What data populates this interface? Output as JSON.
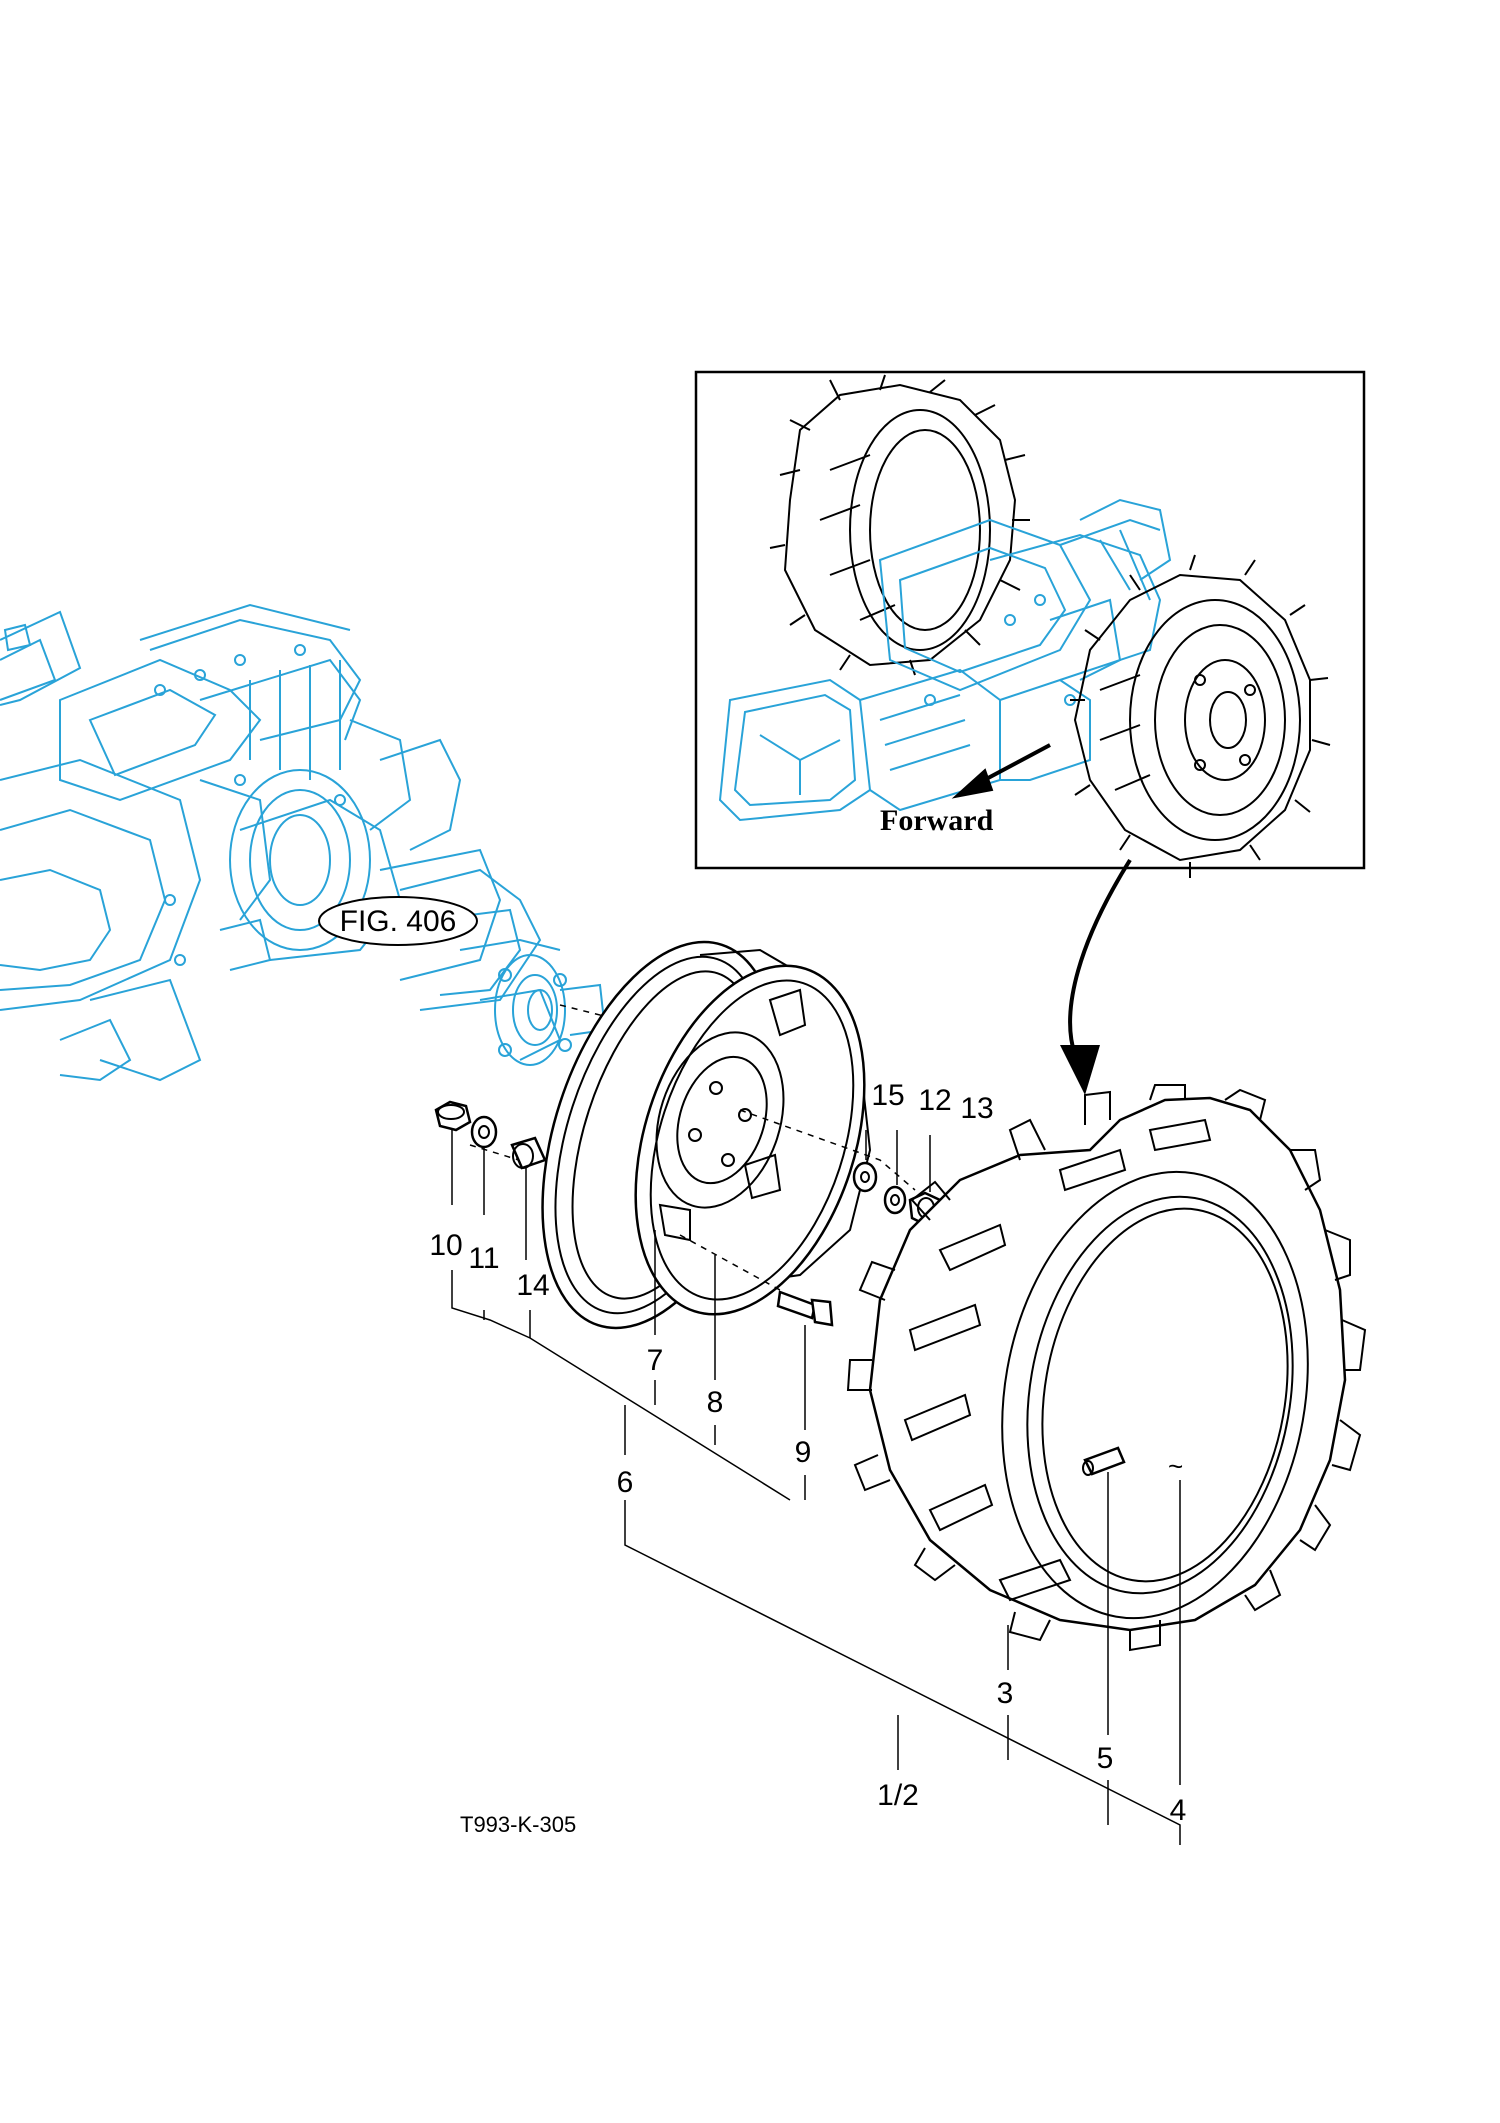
{
  "colors": {
    "transmission_line": "#29a3d8",
    "part_line": "#000000",
    "background": "#ffffff"
  },
  "figure_reference": "FIG. 406",
  "inset_label": "Forward",
  "drawing_number": "T993-K-305",
  "callouts": {
    "c1_2": "1/2",
    "c3": "3",
    "c4": "4",
    "c5": "5",
    "c6": "6",
    "c7": "7",
    "c8": "8",
    "c9": "9",
    "c10": "10",
    "c11": "11",
    "c12": "12",
    "c13": "13",
    "c14": "14",
    "c15": "15"
  },
  "tilde": "~"
}
